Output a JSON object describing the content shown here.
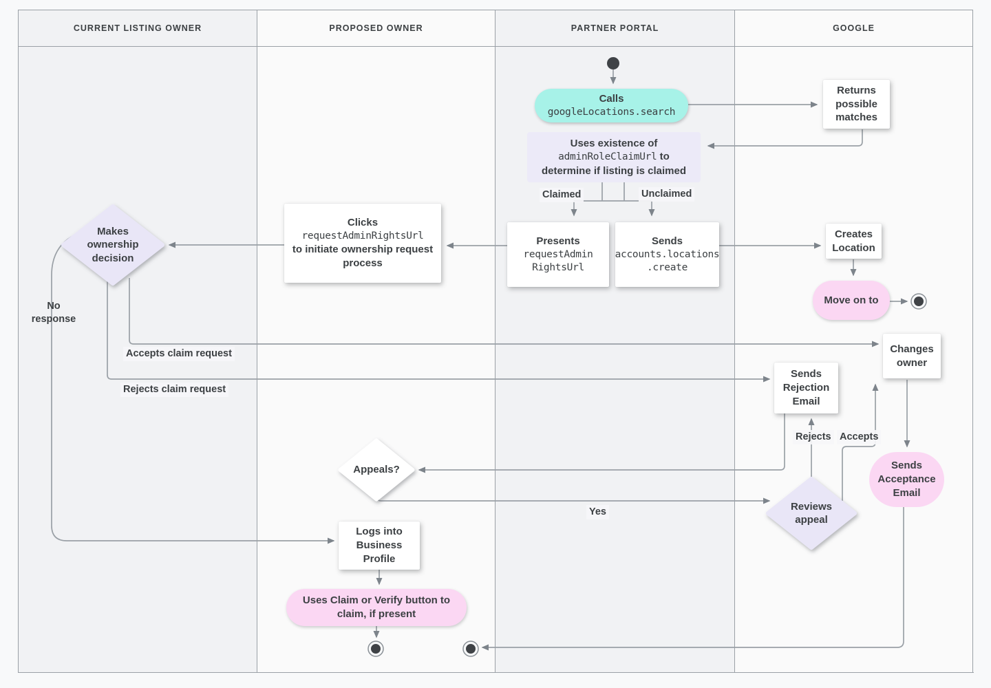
{
  "lanes": [
    {
      "label": "CURRENT LISTING OWNER"
    },
    {
      "label": "PROPOSED OWNER"
    },
    {
      "label": "PARTNER PORTAL"
    },
    {
      "label": "GOOGLE"
    }
  ],
  "nodes": {
    "calls": {
      "label": "Calls",
      "code": "googleLocations.search"
    },
    "returns_matches": {
      "text": "Returns possible matches"
    },
    "uses_existence": {
      "line1": "Uses existence of",
      "code": "adminRoleClaimUrl",
      "to": "to",
      "line3": "determine if listing is claimed"
    },
    "presents": {
      "label": "Presents",
      "code_lines": [
        "requestAdmin",
        "RightsUrl"
      ]
    },
    "sends_create": {
      "label": "Sends",
      "code_lines": [
        "accounts.locations",
        ".create"
      ]
    },
    "clicks": {
      "label": "Clicks",
      "code": "requestAdminRightsUrl",
      "rest": "to initiate ownership request process"
    },
    "makes_decision": {
      "text": "Makes ownership decision"
    },
    "creates_location": {
      "text": "Creates Location"
    },
    "move_on": {
      "text": "Move on to"
    },
    "changes_owner": {
      "text": "Changes owner"
    },
    "sends_rejection": {
      "text": "Sends Rejection Email"
    },
    "sends_acceptance": {
      "text": "Sends Acceptance Email"
    },
    "reviews_appeal": {
      "text": "Reviews appeal"
    },
    "appeals": {
      "text": "Appeals?"
    },
    "logs_in": {
      "text": "Logs into Business Profile"
    },
    "claim_verify": {
      "text": "Uses Claim or Verify button to claim, if present"
    }
  },
  "edge_labels": {
    "claimed": "Claimed",
    "unclaimed": "Unclaimed",
    "no_response": "No response",
    "accepts_claim": "Accepts claim request",
    "rejects_claim": "Rejects claim request",
    "yes": "Yes",
    "rejects": "Rejects",
    "accepts": "Accepts"
  },
  "colors": {
    "teal": "#a7f2e8",
    "lavender": "#eceaf8",
    "pink": "#fbd7f3",
    "lane_dark": "#f1f2f4",
    "lane_light": "#fafafa",
    "line": "#9aa0a6",
    "text": "#3c4043"
  }
}
